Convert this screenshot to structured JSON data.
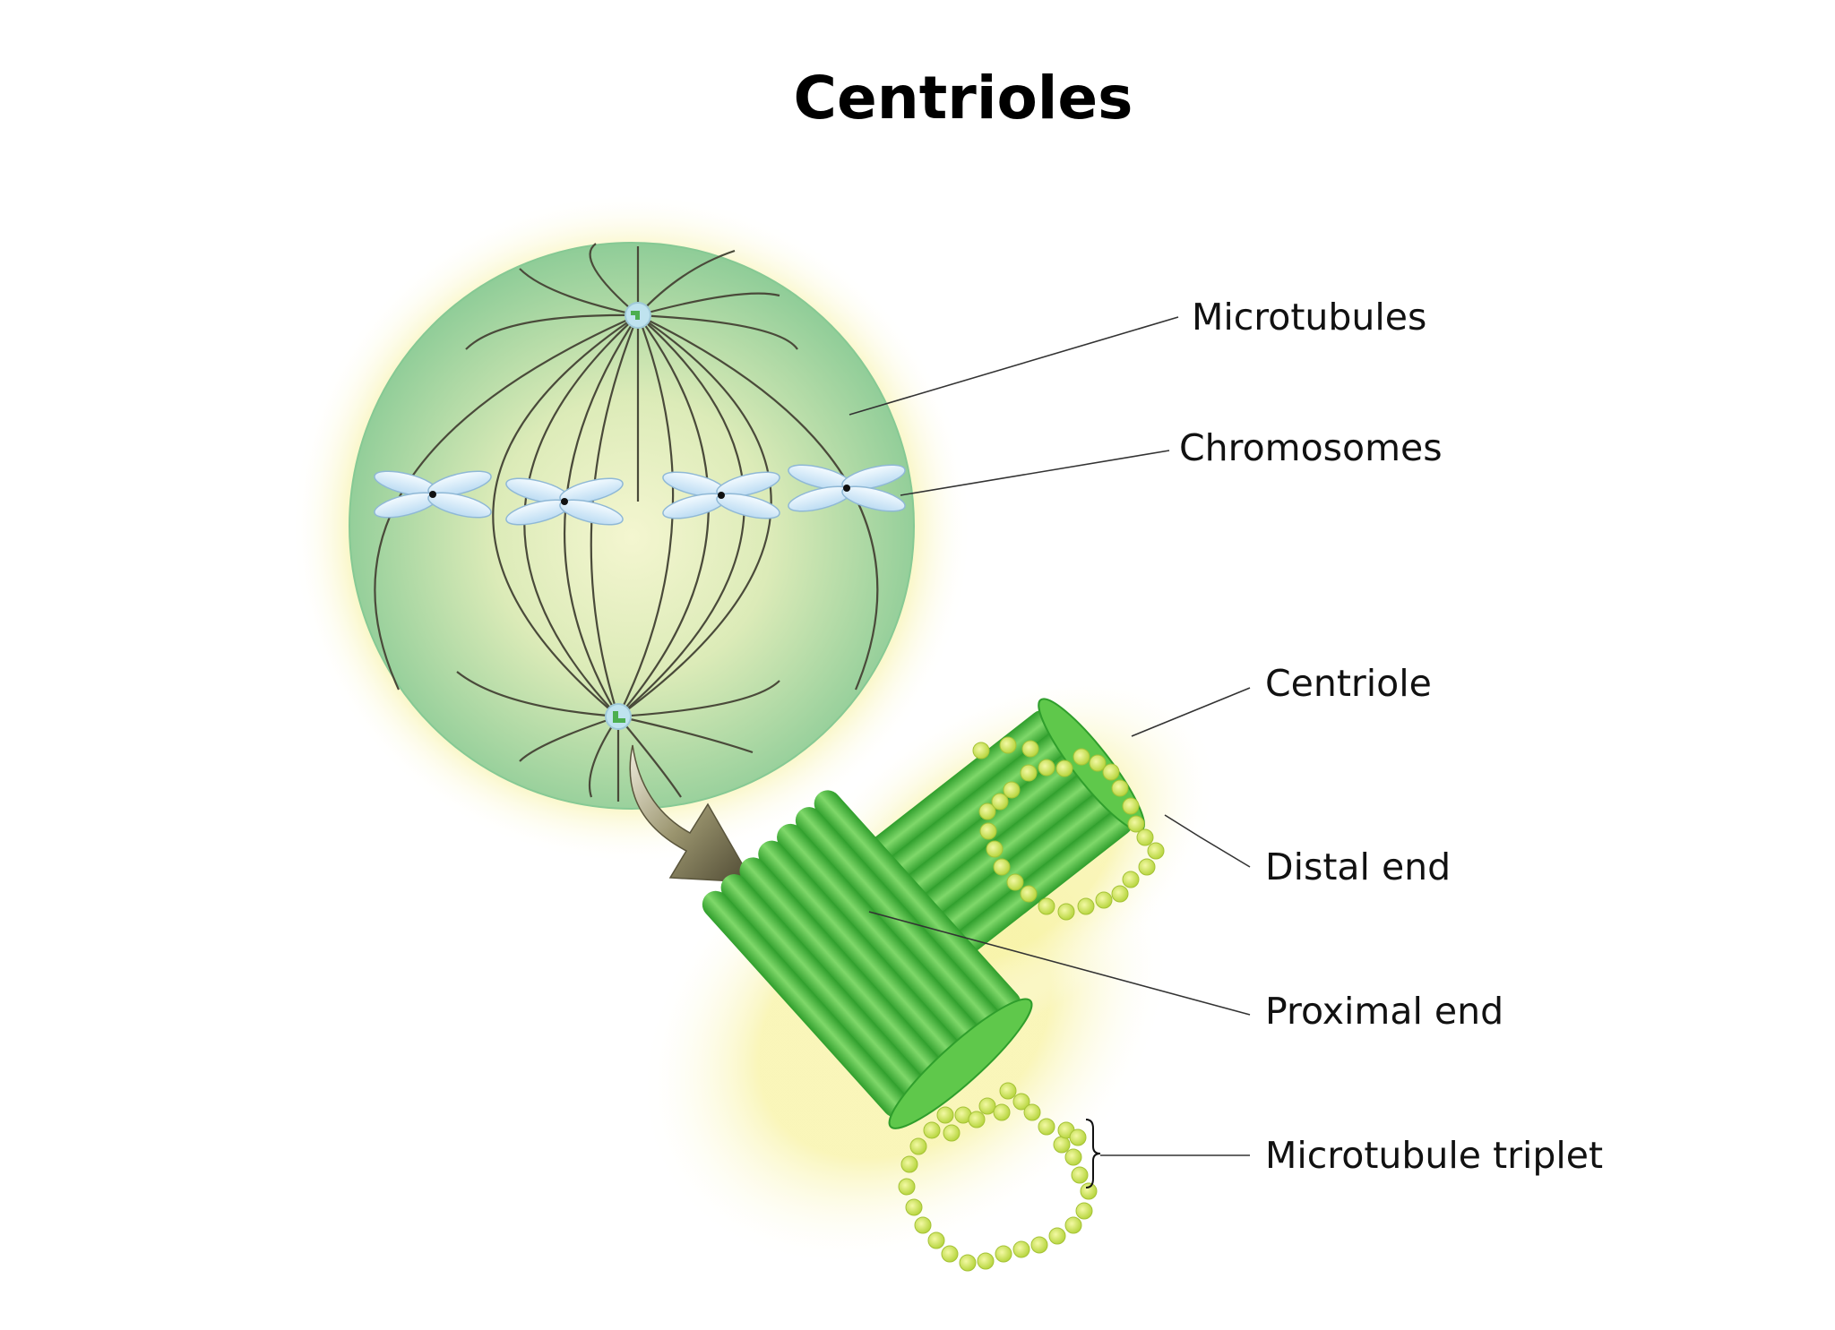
{
  "title": "Centrioles",
  "labels": {
    "microtubules": "Microtubules",
    "chromosomes": "Chromosomes",
    "centriole": "Centriole",
    "distal_end": "Distal end",
    "proximal_end": "Proximal end",
    "microtubule_triplet": "Microtubule triplet"
  },
  "colors": {
    "cell_fill": "#8fcf9a",
    "cell_center": "#eef3c8",
    "glow": "#f6f3a0",
    "tube_green": "#3dba3a",
    "tube_light": "#7fd86a",
    "triplet_dot": "#d9ec63",
    "chromosome": "#dceefb",
    "arrow": "#6f6a4a"
  }
}
